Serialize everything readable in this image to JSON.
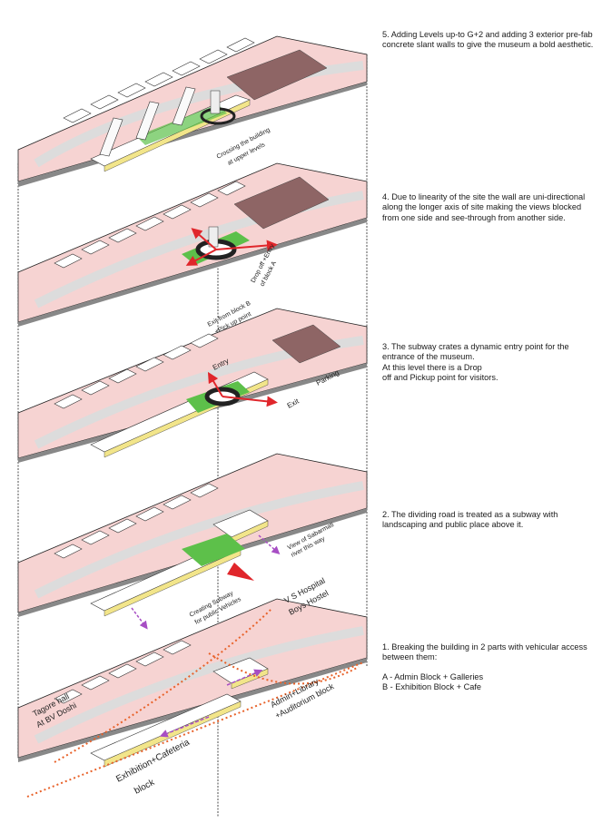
{
  "steps": [
    {
      "text": "5. Adding Levels up-to G+2 and adding 3 exterior pre-fab concrete slant walls to give the museum a bold aesthetic.",
      "annotations": [
        "Crossing the building",
        "at upper levels"
      ]
    },
    {
      "text": "4. Due to linearity of the site the wall are uni-directional along the longer axis of site making the views blocked from one side and see-through from another side.",
      "annotations": [
        "Drop off +Entry",
        "of block A",
        "Exit from block B",
        "+Pick up point"
      ]
    },
    {
      "text": "3. The subway crates a dynamic entry point for the entrance of the museum.\nAt this level there is a Drop\noff and Pickup point for visitors.",
      "annotations": [
        "Entry",
        "Exit",
        "Parking"
      ]
    },
    {
      "text": "2. The dividing road is treated as a subway with landscaping and public place above it.",
      "annotations": [
        "Creating Subway",
        "for public Vehicles",
        "View of Sabarmati",
        "river this way"
      ]
    },
    {
      "text": "1. Breaking the building in 2 parts with vehicular access between them:",
      "list": [
        "A - Admin Block + Galleries",
        "B - Exhibition Block + Cafe"
      ],
      "annotations": [
        "V S Hospital",
        "Boys Hostel",
        "Tagore hall",
        "At BV Doshi",
        "Admin+Library",
        "+Auditorium block",
        "Exhibition+Cafeteria",
        "block"
      ]
    }
  ],
  "colors": {
    "site_pink": "#f6d3d2",
    "ground": "#ffffff",
    "road": "#dcdcdc",
    "green": "#5dc04a",
    "parking": "#9c6b6b",
    "orange_dash": "#e8622a",
    "purple_arrow": "#a74ec4",
    "red_arrow": "#e0262b",
    "block_top": "#ffffff",
    "block_side": "#f2e58a"
  }
}
